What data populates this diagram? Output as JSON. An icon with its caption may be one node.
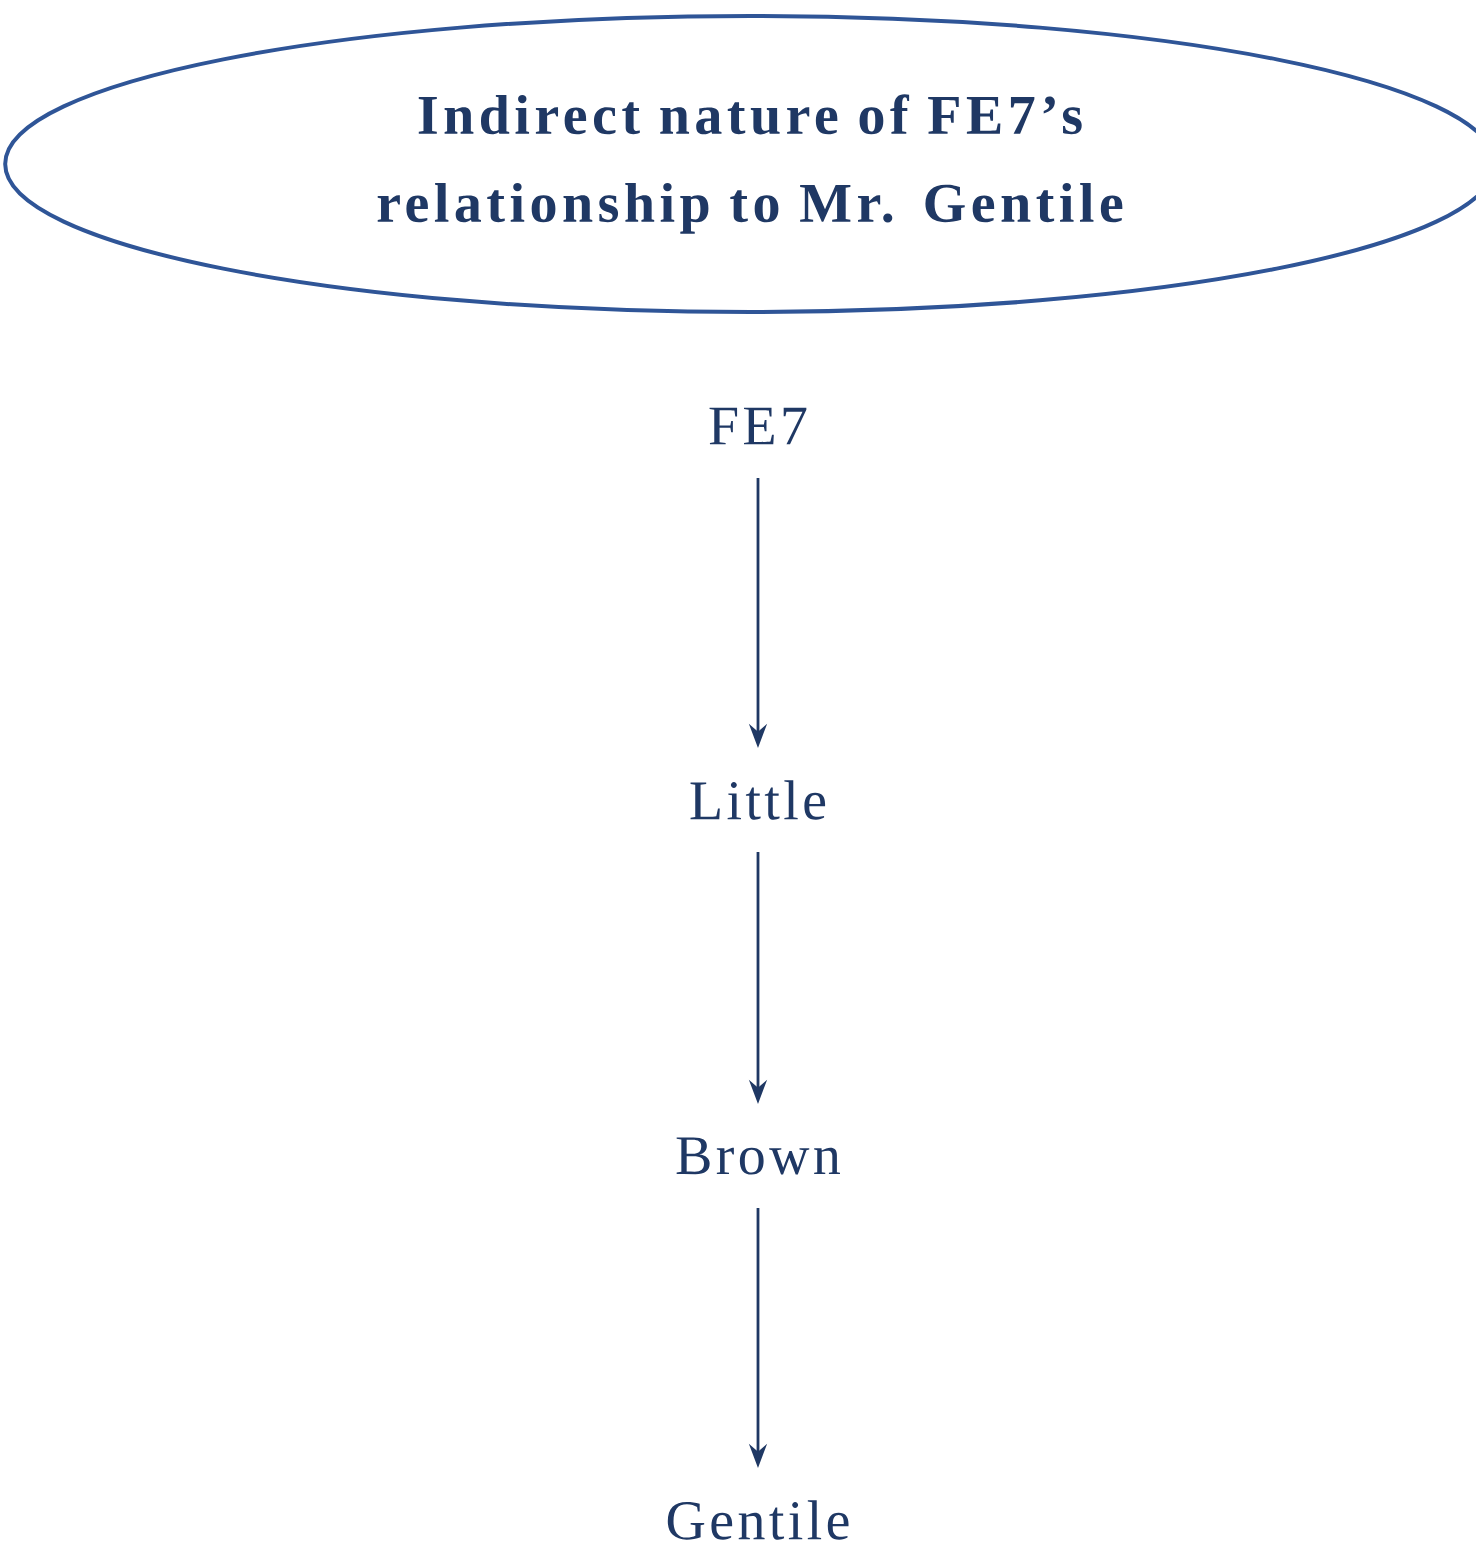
{
  "diagram": {
    "nodes": [
      {
        "text": [
          "Indirect nature of FE7’s relationship to Mr. Gentile"
        ]
      },
      {
        "text": [
          "FE7"
        ]
      },
      {
        "text": [
          "Little"
        ]
      },
      {
        "text": [
          "Brown"
        ]
      },
      {
        "text": [
          "Gentile"
        ]
      }
    ],
    "edges": [
      {
        "from": 1,
        "to": 2,
        "arrow": "to"
      },
      {
        "from": 2,
        "to": 3,
        "arrow": "to"
      },
      {
        "from": 3,
        "to": 4,
        "arrow": "to"
      }
    ]
  }
}
